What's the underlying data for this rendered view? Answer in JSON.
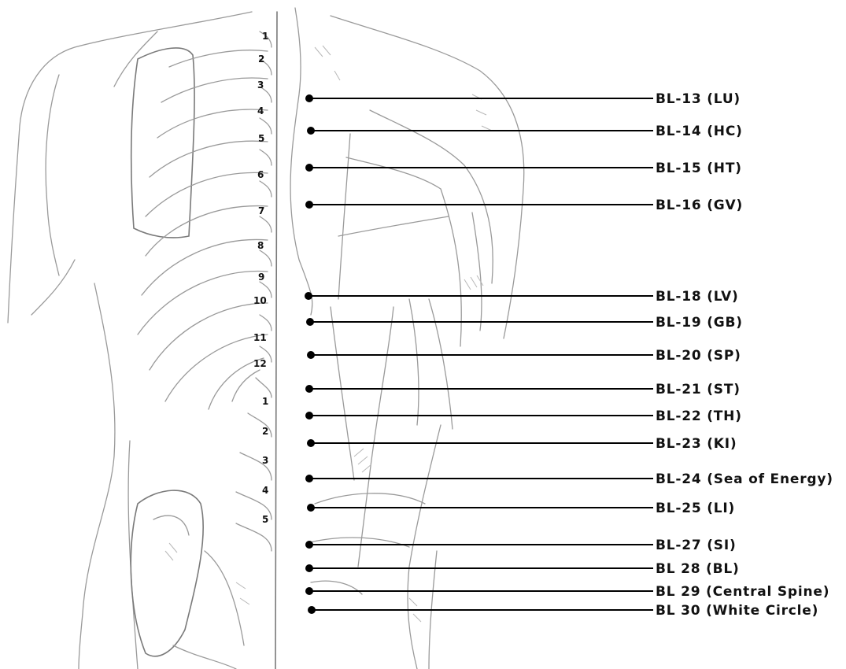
{
  "vertebra_labels": {
    "thoracic": [
      "1",
      "2",
      "3",
      "4",
      "5",
      "6",
      "7",
      "8",
      "9",
      "10",
      "11",
      "12"
    ],
    "lumbar": [
      "1",
      "2",
      "3",
      "4",
      "5"
    ]
  },
  "acupoints": [
    {
      "label": "BL-13 (LU)"
    },
    {
      "label": "BL-14 (HC)"
    },
    {
      "label": "BL-15 (HT)"
    },
    {
      "label": "BL-16 (GV)"
    },
    {
      "label": "BL-18 (LV)"
    },
    {
      "label": "BL-19 (GB)"
    },
    {
      "label": "BL-20 (SP)"
    },
    {
      "label": "BL-21 (ST)"
    },
    {
      "label": "BL-22 (TH)"
    },
    {
      "label": "BL-23 (KI)"
    },
    {
      "label": "BL-24 (Sea of Energy)"
    },
    {
      "label": "BL-25 (LI)"
    },
    {
      "label": "BL-27 (SI)"
    },
    {
      "label": "BL 28 (BL)"
    },
    {
      "label": "BL 29 (Central Spine)"
    },
    {
      "label": "BL 30 (White Circle)"
    }
  ]
}
